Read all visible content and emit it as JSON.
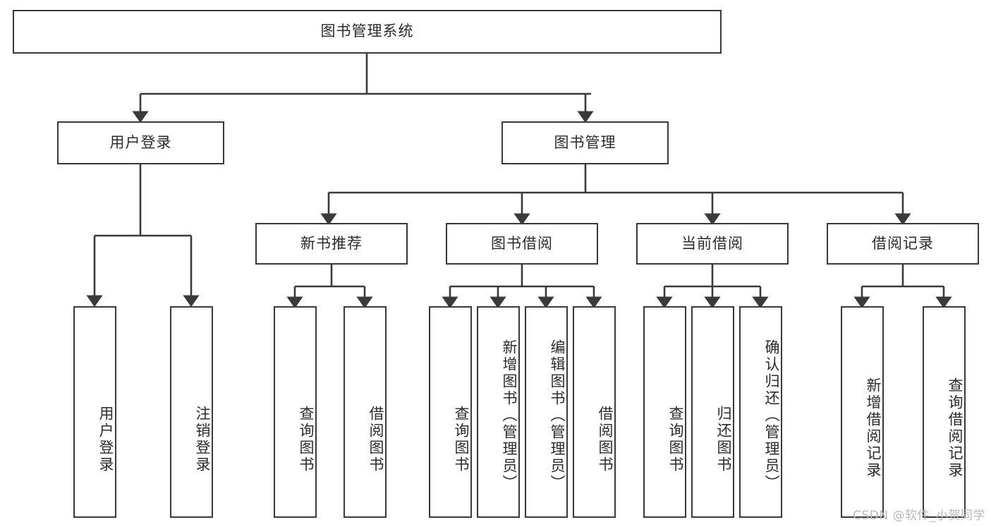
{
  "diagram": {
    "title": "图书管理系统",
    "type": "hierarchy-tree",
    "root": {
      "label": "图书管理系统"
    },
    "level2": [
      {
        "label": "用户登录"
      },
      {
        "label": "图书管理"
      }
    ],
    "level3": [
      {
        "label": "新书推荐"
      },
      {
        "label": "图书借阅"
      },
      {
        "label": "当前借阅"
      },
      {
        "label": "借阅记录"
      }
    ],
    "leaves": {
      "user_login": [
        {
          "label": "用户登录"
        },
        {
          "label": "注销登录"
        }
      ],
      "new_book_recommend": [
        {
          "label": "查询图书"
        },
        {
          "label": "借阅图书"
        }
      ],
      "book_borrow": [
        {
          "label": "查询图书"
        },
        {
          "label": "新增图书（管理员）"
        },
        {
          "label": "编辑图书（管理员）"
        },
        {
          "label": "借阅图书"
        }
      ],
      "current_borrow": [
        {
          "label": "查询图书"
        },
        {
          "label": "归还图书"
        },
        {
          "label": "确认归还（管理员）"
        }
      ],
      "borrow_record": [
        {
          "label": "新增借阅记录"
        },
        {
          "label": "查询借阅记录"
        }
      ]
    }
  },
  "watermark": {
    "text": "CSDN @软件_小贺同学"
  },
  "colors": {
    "border": "#3a3a3a",
    "text": "#2b2b2b",
    "background": "#ffffff",
    "watermark": "#b9b9b9"
  }
}
